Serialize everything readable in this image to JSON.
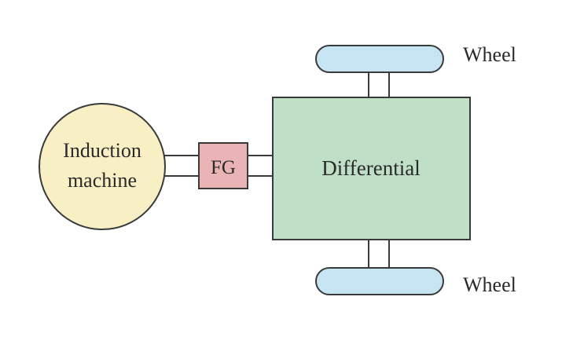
{
  "diagram": {
    "nodes": {
      "motor": {
        "label_line1": "Induction",
        "label_line2": "machine",
        "fill": "#f8f0c4"
      },
      "gear": {
        "label": "FG",
        "fill": "#eab3b6"
      },
      "differential": {
        "label": "Differential",
        "fill": "#bfe0c7"
      },
      "wheel_top": {
        "label": "Wheel",
        "fill": "#c6e4f2"
      },
      "wheel_bottom": {
        "label": "Wheel",
        "fill": "#c6e4f2"
      }
    },
    "stroke_color": "#3a3a3a"
  }
}
